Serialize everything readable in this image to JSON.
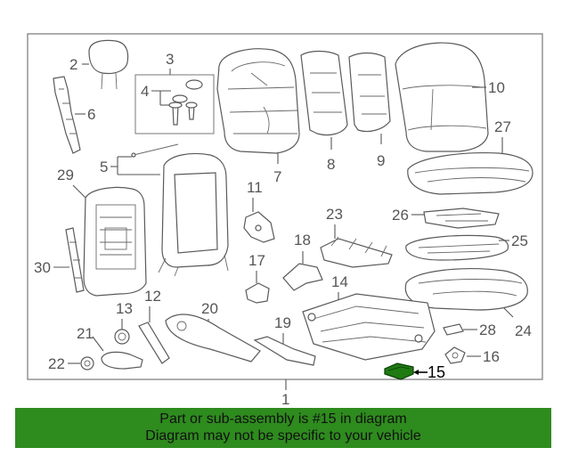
{
  "callouts": {
    "c1": "1",
    "c2": "2",
    "c3": "3",
    "c4": "4",
    "c5": "5",
    "c6": "6",
    "c7": "7",
    "c8": "8",
    "c9": "9",
    "c10": "10",
    "c11": "11",
    "c12": "12",
    "c13": "13",
    "c14": "14",
    "c15": "15",
    "c16": "16",
    "c17": "17",
    "c18": "18",
    "c19": "19",
    "c20": "20",
    "c21": "21",
    "c22": "22",
    "c23": "23",
    "c24": "24",
    "c25": "25",
    "c26": "26",
    "c27": "27",
    "c28": "28",
    "c29": "29",
    "c30": "30"
  },
  "highlight_part": "15",
  "colors": {
    "banner": "#2e8b1e",
    "highlight_part": "#1f7a12",
    "line": "#5a5a5a"
  },
  "banner": {
    "line1": "Part or sub-assembly is #15 in diagram",
    "line2": "Diagram may not be specific to your vehicle"
  }
}
